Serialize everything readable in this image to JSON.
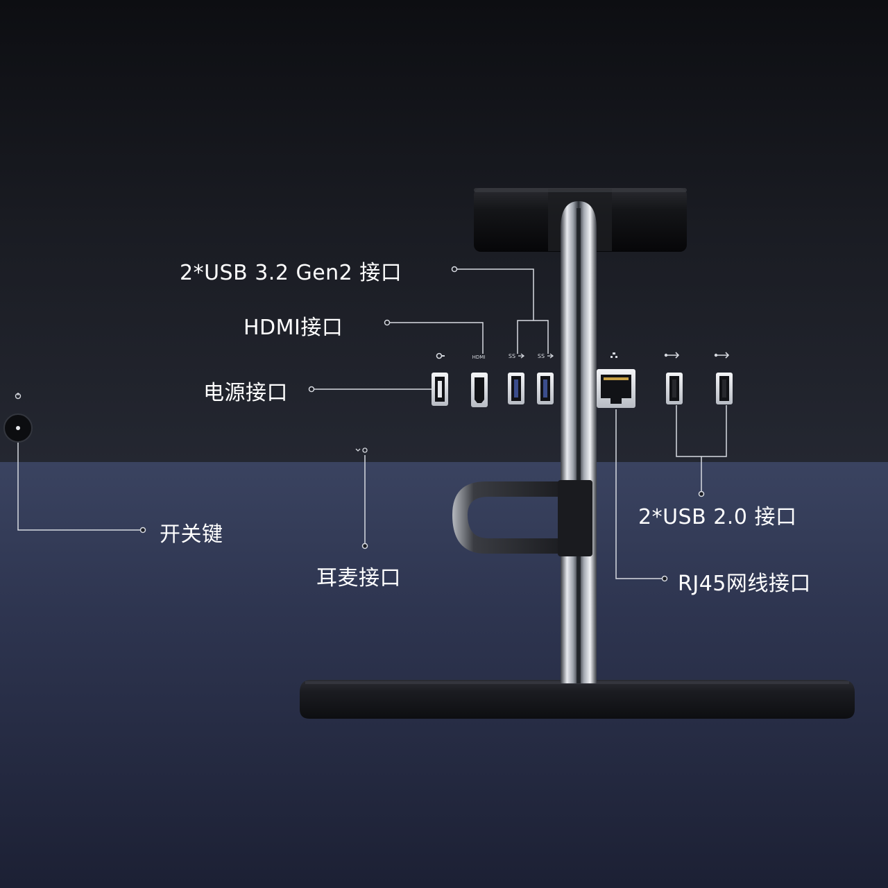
{
  "callouts": {
    "usb32": "2*USB 3.2 Gen2 接口",
    "hdmi": "HDMI接口",
    "power": "电源接口",
    "power_key": "开关键",
    "headset": "耳麦接口",
    "usb20": "2*USB 2.0 接口",
    "rj45": "RJ45网线接口"
  },
  "port_icon_labels": {
    "hdmi": "HDMI",
    "ss1": "SS",
    "ss2": "SS"
  },
  "colors": {
    "panel_dark": "#16181f",
    "panel_lower": "#323a52",
    "label_white": "#ffffff",
    "line": "#d8dbe2"
  }
}
